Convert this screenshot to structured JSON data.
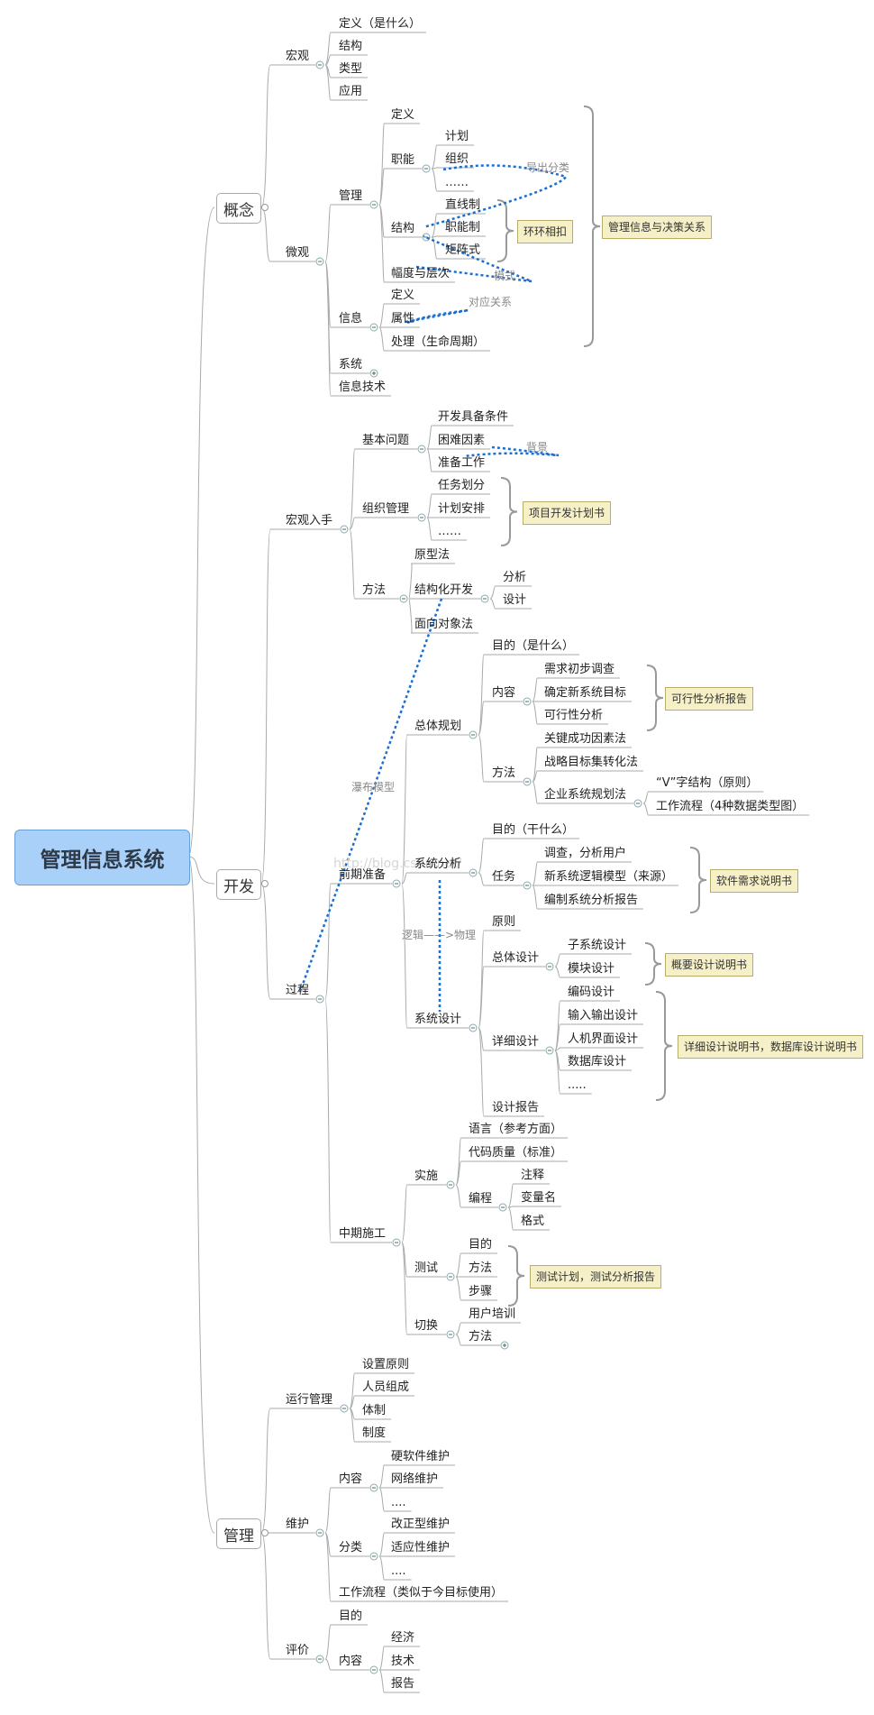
{
  "root": "管理信息系统",
  "watermark": "http://blog.csdn.net/",
  "nodes": [
    {
      "id": "gn",
      "t": "概念"
    },
    {
      "id": "kf",
      "t": "开发"
    },
    {
      "id": "gl",
      "t": "管理"
    },
    {
      "id": "hg",
      "t": "宏观"
    },
    {
      "id": "hg1",
      "t": "定义（是什么）"
    },
    {
      "id": "hg2",
      "t": "结构"
    },
    {
      "id": "hg3",
      "t": "类型"
    },
    {
      "id": "hg4",
      "t": "应用"
    },
    {
      "id": "wg",
      "t": "微观"
    },
    {
      "id": "gl2",
      "t": "管理"
    },
    {
      "id": "dy",
      "t": "定义"
    },
    {
      "id": "zn",
      "t": "职能"
    },
    {
      "id": "jh",
      "t": "计划"
    },
    {
      "id": "zz",
      "t": "组织"
    },
    {
      "id": "dd1",
      "t": "……"
    },
    {
      "id": "jg",
      "t": "结构"
    },
    {
      "id": "zxz",
      "t": "直线制"
    },
    {
      "id": "znz",
      "t": "职能制"
    },
    {
      "id": "jzs",
      "t": "矩阵式"
    },
    {
      "id": "fd",
      "t": "幅度与层次"
    },
    {
      "id": "xx",
      "t": "信息"
    },
    {
      "id": "xdy",
      "t": "定义"
    },
    {
      "id": "sx",
      "t": "属性"
    },
    {
      "id": "cl",
      "t": "处理（生命周期）"
    },
    {
      "id": "xt",
      "t": "系统"
    },
    {
      "id": "xxjs",
      "t": "信息技术"
    },
    {
      "id": "hgrs",
      "t": "宏观入手"
    },
    {
      "id": "jbwt",
      "t": "基本问题"
    },
    {
      "id": "kfjb",
      "t": "开发具备条件"
    },
    {
      "id": "knys",
      "t": "困难因素"
    },
    {
      "id": "zbgz",
      "t": "准备工作"
    },
    {
      "id": "zzgl",
      "t": "组织管理"
    },
    {
      "id": "rwhf",
      "t": "任务划分"
    },
    {
      "id": "jhap",
      "t": "计划安排"
    },
    {
      "id": "dd2",
      "t": "……"
    },
    {
      "id": "ff",
      "t": "方法"
    },
    {
      "id": "yxf",
      "t": "原型法"
    },
    {
      "id": "jghkf",
      "t": "结构化开发"
    },
    {
      "id": "fx",
      "t": "分析"
    },
    {
      "id": "sj",
      "t": "设计"
    },
    {
      "id": "mxdx",
      "t": "面向对象法"
    },
    {
      "id": "gc",
      "t": "过程"
    },
    {
      "id": "qqzb",
      "t": "前期准备"
    },
    {
      "id": "ztgh",
      "t": "总体规划"
    },
    {
      "id": "md1",
      "t": "目的（是什么）"
    },
    {
      "id": "nr1",
      "t": "内容"
    },
    {
      "id": "xqdc",
      "t": "需求初步调查"
    },
    {
      "id": "qdxt",
      "t": "确定新系统目标"
    },
    {
      "id": "kxxfx",
      "t": "可行性分析"
    },
    {
      "id": "ff2",
      "t": "方法"
    },
    {
      "id": "gjcg",
      "t": "关键成功因素法"
    },
    {
      "id": "zlmb",
      "t": "战略目标集转化法"
    },
    {
      "id": "qyxt",
      "t": "企业系统规划法"
    },
    {
      "id": "vzjg",
      "t": "“V”字结构（原则）"
    },
    {
      "id": "gzlc",
      "t": "工作流程（4种数据类型图）"
    },
    {
      "id": "xtfx",
      "t": "系统分析"
    },
    {
      "id": "md2",
      "t": "目的（干什么）"
    },
    {
      "id": "rw",
      "t": "任务"
    },
    {
      "id": "dcfx",
      "t": "调查，分析用户"
    },
    {
      "id": "xxtlj",
      "t": "新系统逻辑模型（来源）"
    },
    {
      "id": "bzxt",
      "t": "编制系统分析报告"
    },
    {
      "id": "xtsj",
      "t": "系统设计"
    },
    {
      "id": "yz",
      "t": "原则"
    },
    {
      "id": "ztsj",
      "t": "总体设计"
    },
    {
      "id": "zxtsj",
      "t": "子系统设计"
    },
    {
      "id": "mksj",
      "t": "模块设计"
    },
    {
      "id": "xxsj",
      "t": "详细设计"
    },
    {
      "id": "bmsj",
      "t": "编码设计"
    },
    {
      "id": "srsc",
      "t": "输入输出设计"
    },
    {
      "id": "rjjm",
      "t": "人机界面设计"
    },
    {
      "id": "sjksj",
      "t": "数据库设计"
    },
    {
      "id": "dd3",
      "t": "....."
    },
    {
      "id": "sjbg",
      "t": "设计报告"
    },
    {
      "id": "zqsg",
      "t": "中期施工"
    },
    {
      "id": "ss",
      "t": "实施"
    },
    {
      "id": "yy",
      "t": "语言（参考方面）"
    },
    {
      "id": "dmzl",
      "t": "代码质量（标准）"
    },
    {
      "id": "bc",
      "t": "编程"
    },
    {
      "id": "zs",
      "t": "注释"
    },
    {
      "id": "blm",
      "t": "变量名"
    },
    {
      "id": "gs",
      "t": "格式"
    },
    {
      "id": "cs",
      "t": "测试"
    },
    {
      "id": "md3",
      "t": "目的"
    },
    {
      "id": "ff3",
      "t": "方法"
    },
    {
      "id": "bz",
      "t": "步骤"
    },
    {
      "id": "qh",
      "t": "切换"
    },
    {
      "id": "yhpx",
      "t": "用户培训"
    },
    {
      "id": "ff4",
      "t": "方法"
    },
    {
      "id": "yxgl",
      "t": "运行管理"
    },
    {
      "id": "szyz",
      "t": "设置原则"
    },
    {
      "id": "ryzc",
      "t": "人员组成"
    },
    {
      "id": "tz",
      "t": "体制"
    },
    {
      "id": "zd",
      "t": "制度"
    },
    {
      "id": "wh",
      "t": "维护"
    },
    {
      "id": "nr2",
      "t": "内容"
    },
    {
      "id": "yrj",
      "t": "硬软件维护"
    },
    {
      "id": "wlwh",
      "t": "网络维护"
    },
    {
      "id": "dd4",
      "t": "...."
    },
    {
      "id": "fl",
      "t": "分类"
    },
    {
      "id": "gzx",
      "t": "改正型维护"
    },
    {
      "id": "syx",
      "t": "适应性维护"
    },
    {
      "id": "dd5",
      "t": "...."
    },
    {
      "id": "gzlc2",
      "t": "工作流程（类似于今目标使用）"
    },
    {
      "id": "pj",
      "t": "评价"
    },
    {
      "id": "md4",
      "t": "目的"
    },
    {
      "id": "nr3",
      "t": "内容"
    },
    {
      "id": "jj",
      "t": "经济"
    },
    {
      "id": "js",
      "t": "技术"
    },
    {
      "id": "bg",
      "t": "报告"
    }
  ],
  "notes": [
    {
      "id": "n1",
      "t": "管理信息与决策关系"
    },
    {
      "id": "n2",
      "t": "环环相扣"
    },
    {
      "id": "n3",
      "t": "项目开发计划书"
    },
    {
      "id": "n4",
      "t": "可行性分析报告"
    },
    {
      "id": "n5",
      "t": "软件需求说明书"
    },
    {
      "id": "n6",
      "t": "概要设计说明书"
    },
    {
      "id": "n7",
      "t": "详细设计说明书，数据库设计说明书"
    },
    {
      "id": "n8",
      "t": "测试计划，测试分析报告"
    }
  ],
  "relations": [
    {
      "id": "r1",
      "t": "导出分类"
    },
    {
      "id": "r2",
      "t": "模式"
    },
    {
      "id": "r3",
      "t": "对应关系"
    },
    {
      "id": "r4",
      "t": "背景"
    },
    {
      "id": "r5",
      "t": "瀑布模型"
    },
    {
      "id": "r6",
      "t": "逻辑——>物理"
    }
  ],
  "colors": {
    "line": "#aaaaaa",
    "relation": "#1a6ed0",
    "note_bg": "#f5f0c8",
    "root_bg": "#a8d0f8"
  }
}
